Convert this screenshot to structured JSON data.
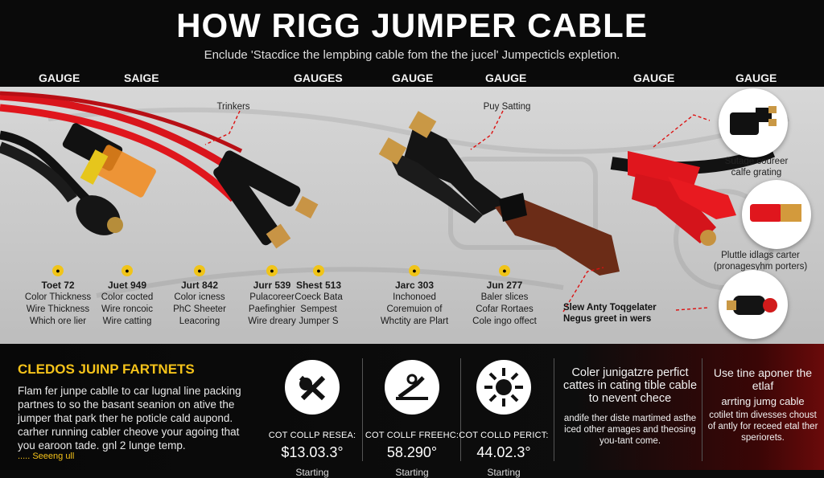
{
  "header": {
    "title": "HOW RIGG JUMPER CABLE",
    "subtitle": "Enclude 'Stacdice the lempbing cable fom the the jucel' Jumpecticls expletion."
  },
  "gauge_labels": [
    "GAUGE",
    "SAIGE",
    "GAUGES",
    "GAUGE",
    "GAUGE",
    "GAUGE",
    "GAUGE"
  ],
  "callouts": {
    "trinkers": "Trinkers",
    "puy_satting": "Puy Satting",
    "right_top": "Sutage coureer\ncalfe grating",
    "right_mid": "Pluttle idlags carter\n(pronagesyhm porters)",
    "right_bottom": "Slew Anty Toqgelater\nNegus greet in wers"
  },
  "specs": [
    {
      "name": "Toet 72",
      "lines": "Color Thickness\nWire Thickness\nWhich ore lier"
    },
    {
      "name": "Juet 949",
      "lines": "Color cocted\nWire roncoic\nWire catting"
    },
    {
      "name": "Jurt 842",
      "lines": "Color icness\nPhC Sheeter\nLeacoring"
    },
    {
      "name": "Jurr 539",
      "lines": "Pulacoreer\nPaefinghier\nWire dreary"
    },
    {
      "name": "Shest 513",
      "lines": "Coeck Bata\nSempest\nJumper S"
    },
    {
      "name": "Jarc 303",
      "lines": "Inchonoed\nCoremuion of\nWhctity are Plart"
    },
    {
      "name": "Jun 277",
      "lines": "Baler slices\nCofar Rortaes\nCole ingo offect"
    }
  ],
  "bottom": {
    "heading": "CLEDOS JUINP FARTNETS",
    "paragraph": "Flam fer junpe cablle to car lugnal line packing partnes to so the basant seanion on ative the jumper that park ther he poticle cald aupond. carher running cabler cheove your agoing that you earoon tade.   gnl 2 lunge temp.",
    "footer": "..... Seeeng ull",
    "stats": [
      {
        "label": "COT COLLP RESEA:",
        "value": "$13.03.3°",
        "sub": "Starting"
      },
      {
        "label": "COT COLLF FREEHC:",
        "value": "58.290°",
        "sub": "Starting"
      },
      {
        "label": "COT COLLD PERICT:",
        "value": "44.02.3°",
        "sub": "Starting"
      }
    ],
    "right_text_1": "Coler junigatzre perfict cattes in cating tible cable to nevent chece",
    "right_text_1b": "andife ther diste martimed asthe iced other amages and theosing you-tant come.",
    "right_text_2": "Use tine aponer the etlaf",
    "right_text_2b": "arrting jumg cable",
    "right_text_2c": "cotilet tim divesses choust of antly for receed etal ther speriorets."
  },
  "colors": {
    "accent_yellow": "#f5c31a",
    "cable_red": "#e0161d",
    "background": "#0b0b0b"
  }
}
